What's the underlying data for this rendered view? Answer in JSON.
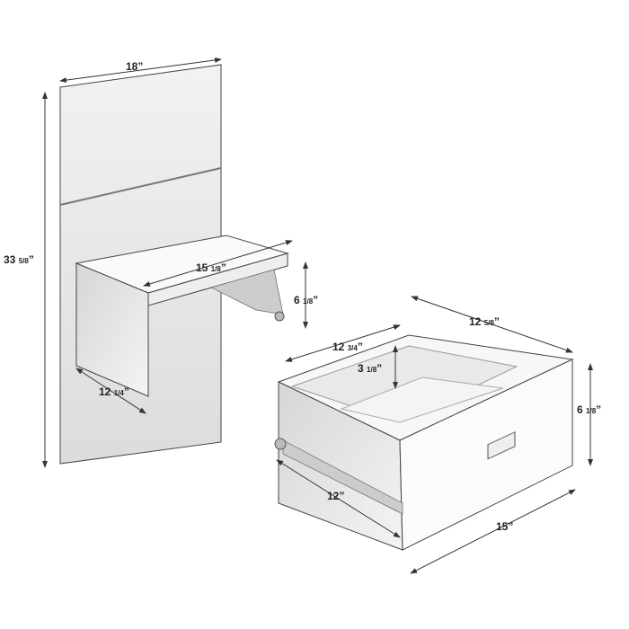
{
  "dimensions": {
    "headboard_width": {
      "whole": "18",
      "frac": "",
      "unit": "”"
    },
    "headboard_height": {
      "whole": "33",
      "frac": "5/8",
      "unit": "”"
    },
    "shelf_width": {
      "whole": "15",
      "frac": "1/8",
      "unit": "”"
    },
    "shelf_height": {
      "whole": "6",
      "frac": "1/8",
      "unit": "”"
    },
    "shelf_depth": {
      "whole": "12",
      "frac": "1/4",
      "unit": "”"
    },
    "drawer_depth_outer": {
      "whole": "12",
      "frac": "5/8",
      "unit": "”"
    },
    "drawer_inner_width": {
      "whole": "12",
      "frac": "3/4",
      "unit": "”"
    },
    "drawer_inner_height": {
      "whole": "3",
      "frac": "1/8",
      "unit": "”"
    },
    "drawer_front_height": {
      "whole": "6",
      "frac": "1/8",
      "unit": "”"
    },
    "drawer_slide_length": {
      "whole": "12",
      "frac": "",
      "unit": "”"
    },
    "drawer_front_width": {
      "whole": "15",
      "frac": "",
      "unit": "”"
    }
  },
  "colors": {
    "panel": "#ffffff",
    "shade": "#e4e4e4",
    "line": "#333333"
  }
}
